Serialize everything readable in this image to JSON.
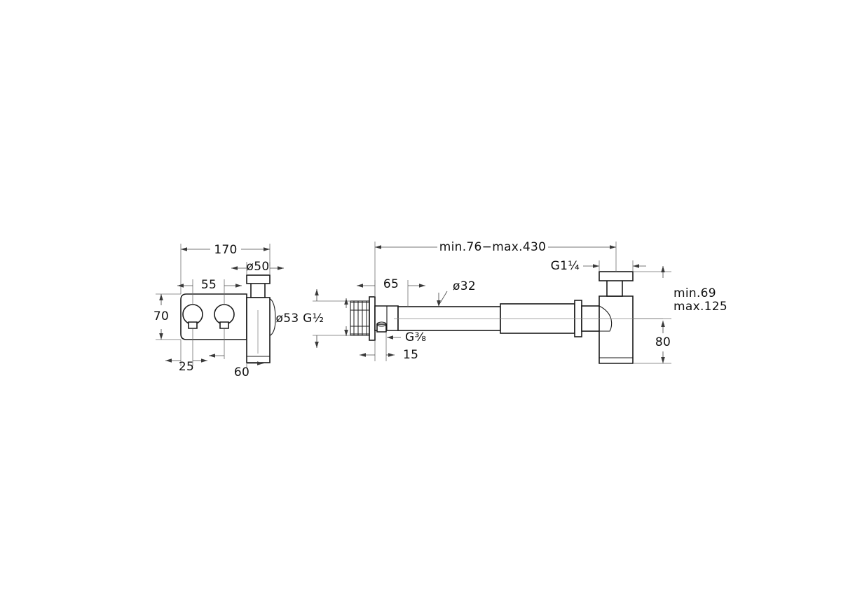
{
  "drawing": {
    "title": "Wall-mounted mixer tap and bottle trap dimension drawing",
    "background_color": "#ffffff",
    "line_color": "#1a1a1a",
    "dimension_line_color": "#4a4a4a",
    "units": "mm"
  },
  "views": {
    "left": {
      "name": "wall-mounted-mixer-front-view",
      "dimensions": {
        "overall_width": "170",
        "spout_diameter": "ø50",
        "handle_spacing": "55",
        "plate_height": "70",
        "handle_offset": "25",
        "body_depth": "60"
      }
    },
    "right": {
      "name": "bottle-trap-assembly-side-view",
      "dimensions": {
        "overall_length": "min.76−max.430",
        "inlet_offset": "65",
        "pipe_diameter": "ø32",
        "flange_diameter": "ø53",
        "inlet_thread": "G½",
        "branch_thread": "G⅜",
        "branch_offset": "15",
        "trap_thread": "G1¼",
        "height_range_top": "min.69",
        "height_range_bottom": "max.125",
        "trap_height": "80"
      }
    }
  },
  "labels": [
    {
      "id": "dim-170",
      "text": "170"
    },
    {
      "id": "dim-d50",
      "text": "ø50"
    },
    {
      "id": "dim-55",
      "text": "55"
    },
    {
      "id": "dim-70",
      "text": "70"
    },
    {
      "id": "dim-25",
      "text": "25"
    },
    {
      "id": "dim-60",
      "text": "60"
    },
    {
      "id": "dim-length-range",
      "text": "min.76−max.430"
    },
    {
      "id": "dim-65",
      "text": "65"
    },
    {
      "id": "dim-d32",
      "text": "ø32"
    },
    {
      "id": "dim-d53-g12",
      "text": "ø53 G½"
    },
    {
      "id": "dim-g38",
      "text": "G⅜"
    },
    {
      "id": "dim-15",
      "text": "15"
    },
    {
      "id": "dim-g114",
      "text": "G1¼"
    },
    {
      "id": "dim-min69",
      "text": "min.69"
    },
    {
      "id": "dim-max125",
      "text": "max.125"
    },
    {
      "id": "dim-80",
      "text": "80"
    }
  ]
}
